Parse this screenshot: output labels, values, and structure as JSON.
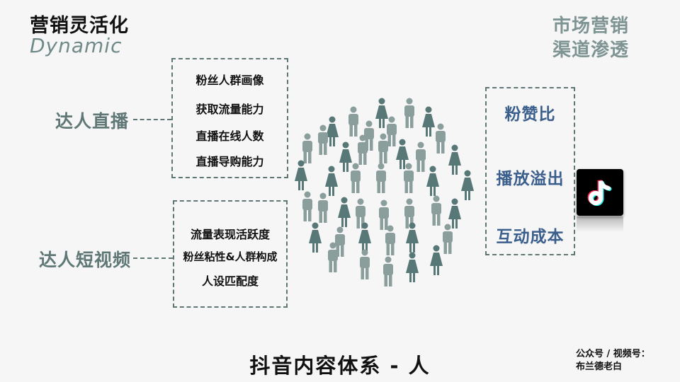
{
  "header": {
    "title_cn": "营销灵活化",
    "title_en": "Dynamic",
    "top_right_line1": "市场营销",
    "top_right_line2": "渠道渗透"
  },
  "left": {
    "live": {
      "label": "达人直播",
      "items": [
        "粉丝人群画像",
        "获取流量能力",
        "直播在线人数",
        "直播导购能力"
      ]
    },
    "video": {
      "label": "达人短视频",
      "items": [
        "流量表现活跃度",
        "粉丝粘性&人群构成",
        "人设匹配度"
      ]
    }
  },
  "right": {
    "items": [
      "粉赞比",
      "播放溢出",
      "互动成本"
    ],
    "logo_icon": "tiktok-logo-icon"
  },
  "colors": {
    "male_figure": "#8a9e9b",
    "female_figure": "#587878",
    "dash": "#5e7775",
    "right_text": "#3b5f8c"
  },
  "footer": {
    "title": "抖音内容体系 - 人",
    "credit_line1": "公众号 / 视频号：",
    "credit_line2": "布兰德老白"
  }
}
